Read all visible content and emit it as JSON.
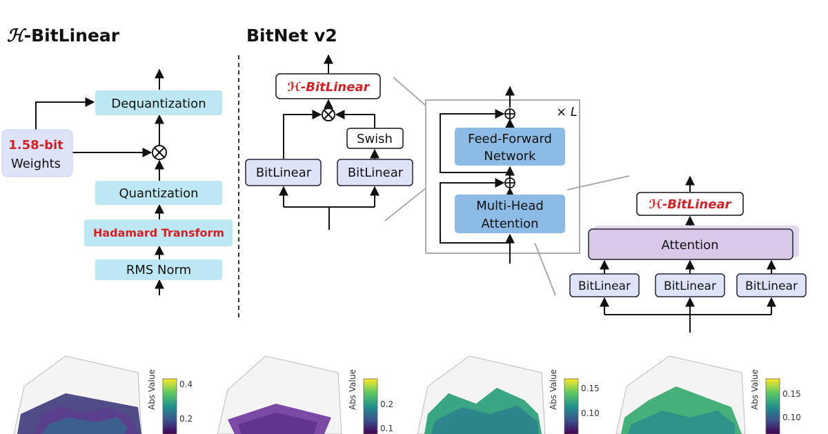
{
  "left_panel": {
    "title_script": "ℋ",
    "title_rest": "-BitLinear",
    "dequantization": "Dequantization",
    "weights_bits": "1.58-bit",
    "weights_label": "Weights",
    "quantization": "Quantization",
    "hadamard": "Hadamard Transform",
    "rms_norm": "RMS Norm"
  },
  "right_panel": {
    "title": "BitNet v2",
    "ffn_top": "ℋ-BitLinear",
    "swish": "Swish",
    "bitlinear_left": "BitLinear",
    "bitlinear_right": "BitLinear",
    "repeat": "× L",
    "ffn_line1": "Feed-Forward",
    "ffn_line2": "Network",
    "mha_line1": "Multi-Head",
    "mha_line2": "Attention",
    "attn_top": "ℋ-BitLinear",
    "attention": "Attention",
    "attn_bitlinear_1": "BitLinear",
    "attn_bitlinear_2": "BitLinear",
    "attn_bitlinear_3": "BitLinear"
  },
  "plots": [
    {
      "colorbar_label": "Abs Value",
      "ticks": [
        "0.4",
        "0.2"
      ]
    },
    {
      "colorbar_label": "Abs Value",
      "ticks": [
        "0.2",
        "0.1"
      ]
    },
    {
      "colorbar_label": "Abs Value",
      "ticks": [
        "0.15",
        "0.10"
      ]
    },
    {
      "colorbar_label": "Abs Value",
      "ticks": [
        "0.15",
        "0.10"
      ]
    }
  ],
  "colors": {
    "light_blue": "#bde7f3",
    "mid_blue": "#8cbce6",
    "lavender": "#dfe3f8",
    "purple": "#d9c8e8",
    "accent_red": "#d42126"
  }
}
